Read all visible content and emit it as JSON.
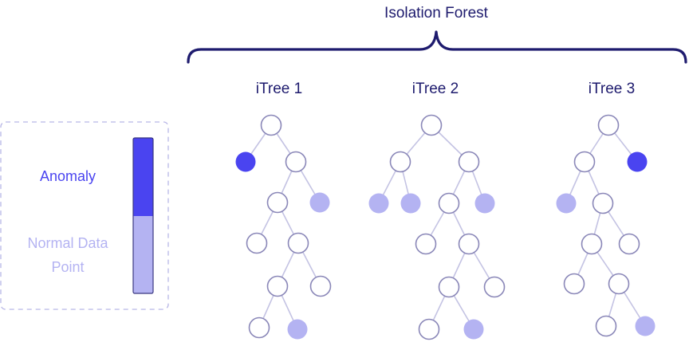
{
  "title": "Isolation Forest",
  "legend": {
    "anomaly_label": "Anomaly",
    "normal_label_line1": "Normal Data",
    "normal_label_line2": "Point"
  },
  "colors": {
    "anomaly": "#4a44f0",
    "normal": "#b4b3f2",
    "empty_stroke": "#8a87b8",
    "edge": "#c4c3e3",
    "brace": "#1e1b6e",
    "title": "#1e1b6e"
  },
  "trees": [
    {
      "name": "iTree 1",
      "nodes": [
        {
          "id": "r",
          "kind": "empty"
        },
        {
          "id": "a",
          "kind": "anomaly",
          "parent": "r"
        },
        {
          "id": "b",
          "kind": "empty",
          "parent": "r"
        },
        {
          "id": "c",
          "kind": "empty",
          "parent": "b"
        },
        {
          "id": "d",
          "kind": "normal",
          "parent": "b"
        },
        {
          "id": "e",
          "kind": "empty",
          "parent": "c"
        },
        {
          "id": "f",
          "kind": "empty",
          "parent": "c"
        },
        {
          "id": "g",
          "kind": "empty",
          "parent": "f"
        },
        {
          "id": "h",
          "kind": "empty",
          "parent": "f"
        },
        {
          "id": "i",
          "kind": "empty",
          "parent": "g"
        },
        {
          "id": "j",
          "kind": "normal",
          "parent": "g"
        }
      ]
    },
    {
      "name": "iTree 2",
      "nodes": [
        {
          "id": "r",
          "kind": "empty"
        },
        {
          "id": "a",
          "kind": "empty",
          "parent": "r"
        },
        {
          "id": "b",
          "kind": "empty",
          "parent": "r"
        },
        {
          "id": "c",
          "kind": "normal",
          "parent": "a"
        },
        {
          "id": "d",
          "kind": "normal",
          "parent": "a"
        },
        {
          "id": "e",
          "kind": "empty",
          "parent": "b"
        },
        {
          "id": "f",
          "kind": "normal",
          "parent": "b"
        },
        {
          "id": "g",
          "kind": "empty",
          "parent": "e"
        },
        {
          "id": "h",
          "kind": "empty",
          "parent": "e"
        },
        {
          "id": "i",
          "kind": "empty",
          "parent": "h"
        },
        {
          "id": "j",
          "kind": "empty",
          "parent": "h"
        },
        {
          "id": "k",
          "kind": "empty",
          "parent": "i"
        },
        {
          "id": "l",
          "kind": "normal",
          "parent": "i"
        }
      ]
    },
    {
      "name": "iTree 3",
      "nodes": [
        {
          "id": "r",
          "kind": "empty"
        },
        {
          "id": "a",
          "kind": "empty",
          "parent": "r"
        },
        {
          "id": "b",
          "kind": "anomaly",
          "parent": "r"
        },
        {
          "id": "c",
          "kind": "normal",
          "parent": "a"
        },
        {
          "id": "d",
          "kind": "empty",
          "parent": "a"
        },
        {
          "id": "e",
          "kind": "empty",
          "parent": "d"
        },
        {
          "id": "f",
          "kind": "empty",
          "parent": "d"
        },
        {
          "id": "g",
          "kind": "empty",
          "parent": "e"
        },
        {
          "id": "h",
          "kind": "empty",
          "parent": "e"
        },
        {
          "id": "i",
          "kind": "empty",
          "parent": "h"
        },
        {
          "id": "j",
          "kind": "normal",
          "parent": "h"
        }
      ]
    }
  ]
}
